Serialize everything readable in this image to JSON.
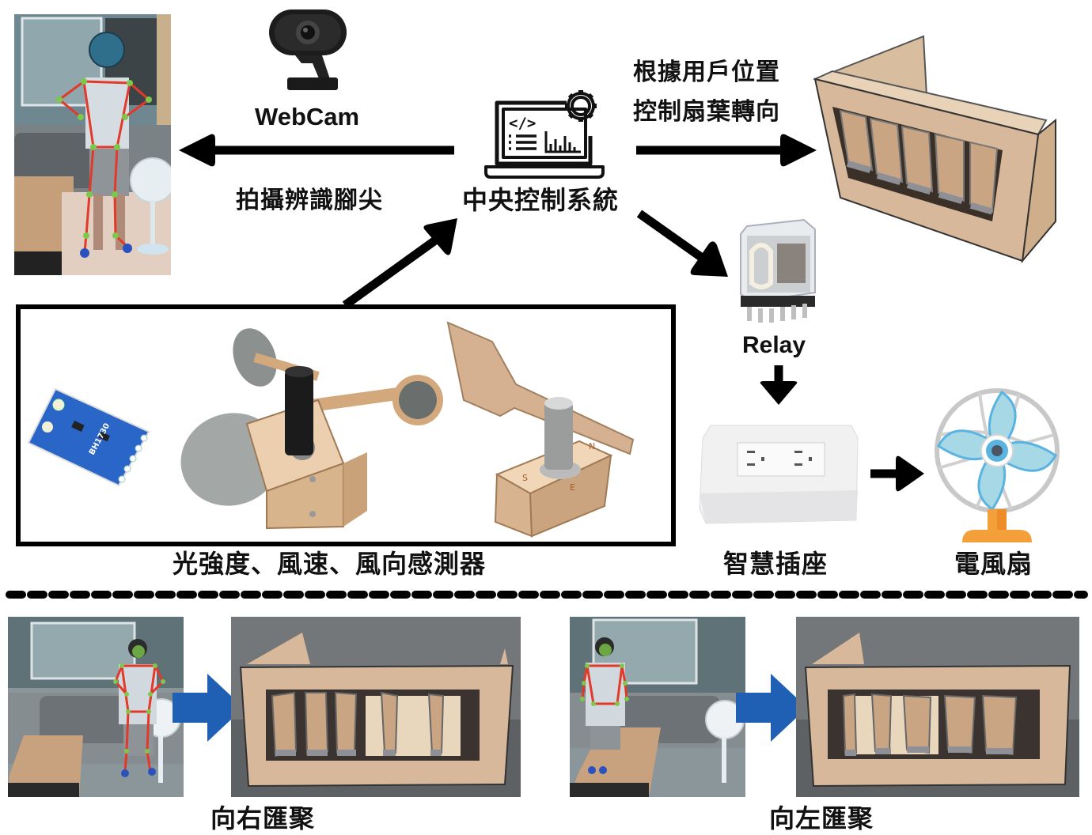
{
  "top": {
    "webcam": {
      "label": "WebCam",
      "icon": "webcam-icon"
    },
    "capture_label": "拍攝辨識腳尖",
    "central_system": {
      "label": "中央控制系統",
      "icon": "laptop-gear-icon"
    },
    "louver_control_label_line1": "根據用戶位置",
    "louver_control_label_line2": "控制扇葉轉向",
    "relay": {
      "label": "Relay",
      "icon": "relay-icon"
    },
    "smart_socket": {
      "label": "智慧插座",
      "icon": "power-socket-icon"
    },
    "electric_fan": {
      "label": "電風扇",
      "icon": "electric-fan-icon"
    },
    "sensors": {
      "label": "光強度、風速、風向感測器",
      "items": [
        {
          "name": "light-sensor",
          "chip_text": "BH1730"
        },
        {
          "name": "anemometer"
        },
        {
          "name": "wind-vane",
          "compass_letters": [
            "S",
            "N",
            "E"
          ]
        }
      ]
    }
  },
  "bottom": {
    "examples": [
      {
        "label": "向右匯聚"
      },
      {
        "label": "向左匯聚"
      }
    ]
  },
  "colors": {
    "arrow": "#000000",
    "blue_arrow": "#1f5fb4",
    "skeleton_line": "#e23a2a",
    "skeleton_joint": "#7cc84a",
    "foot_marker": "#2a52be",
    "mdf_wood": "#d8b89a",
    "fan_blade": "#a7d8e6",
    "fan_base": "#f4a03a"
  }
}
